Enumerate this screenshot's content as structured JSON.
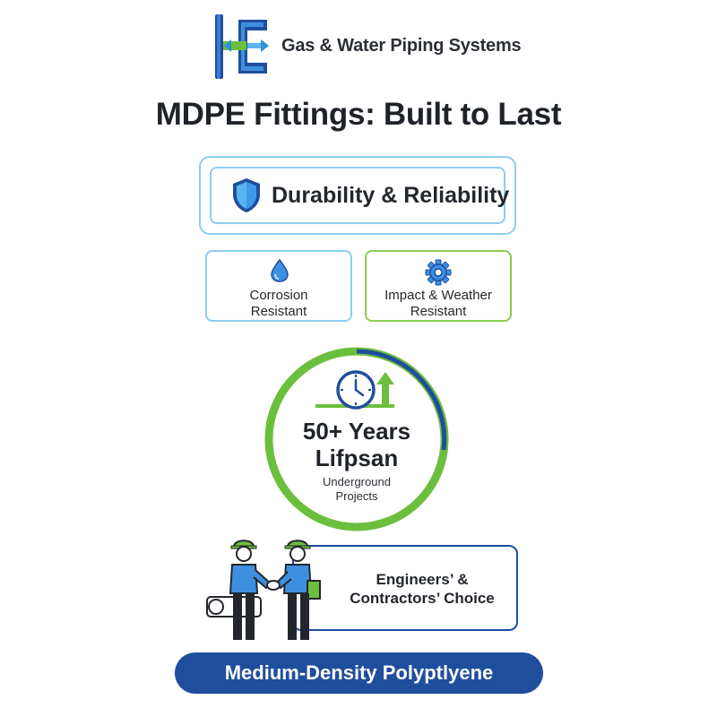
{
  "header": {
    "brand": "Gas & Water Piping Systems",
    "title": "MDPE Fittings: Built to Last"
  },
  "durability": {
    "label": "Durability & Reliability",
    "icon": "shield-icon"
  },
  "features": [
    {
      "label_line1": "Corrosion",
      "label_line2": "Resistant",
      "icon": "water-drop-icon",
      "border_color": "#8ccdf0"
    },
    {
      "label_line1": "Impact & Weather",
      "label_line2": "Resistant",
      "icon": "gear-icon",
      "border_color": "#8ccc4f"
    }
  ],
  "lifespan": {
    "line1": "50+ Years",
    "line2": "Lifpsan",
    "sub1": "Underground",
    "sub2": "Projects",
    "icon": "clock-icon"
  },
  "engineers": {
    "line1": "Engineers’ &",
    "line2": "Contractors’ Choice",
    "icon": "handshake-icon"
  },
  "footer": {
    "label": "Medium-Density Polyptlyene"
  },
  "colors": {
    "navy": "#1f4e9c",
    "green": "#6cbf3d",
    "light_blue": "#8ccdf0",
    "sky": "#4aa3df"
  }
}
